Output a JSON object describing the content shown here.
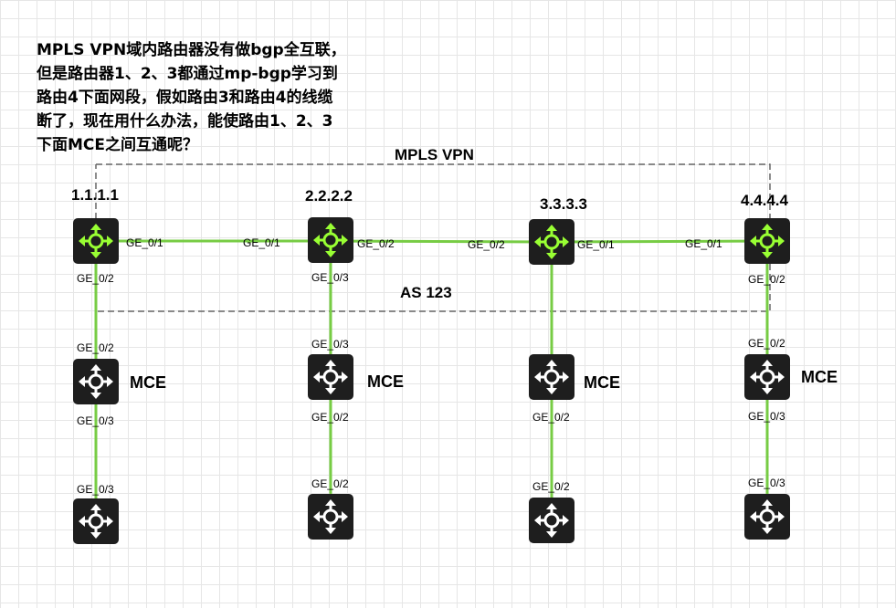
{
  "question": {
    "lines": [
      "MPLS VPN域内路由器没有做bgp全互联，",
      "但是路由器1、2、3都通过mp-bgp学习到",
      "路由4下面网段，假如路由3和路由4的线缆",
      "断了，现在用什么办法，能使路由1、2、3",
      "下面MCE之间互通呢？"
    ]
  },
  "area": {
    "mpls_label": "MPLS VPN",
    "as_label": "AS 123"
  },
  "routers": [
    {
      "id": "1.1.1.1"
    },
    {
      "id": "2.2.2.2"
    },
    {
      "id": "3.3.3.3"
    },
    {
      "id": "4.4.4.4"
    }
  ],
  "mce_label": "MCE",
  "ports": {
    "r1_right": "GE_0/1",
    "r2_left": "GE_0/1",
    "r2_right": "GE_0/2",
    "r3_left": "GE_0/2",
    "r3_right": "GE_0/1",
    "r4_left": "GE_0/1",
    "r1_down": "GE_0/2",
    "mce1_up": "GE_0/2",
    "mce1_down": "GE_0/3",
    "cpe1_up": "GE_0/3",
    "r2_down": "GE_0/3",
    "mce2_up": "GE_0/3",
    "mce2_down": "GE_0/2",
    "cpe2_up": "GE_0/2",
    "mce3_down": "GE_0/2",
    "cpe3_up": "GE_0/2",
    "r4_down": "GE_0/2",
    "mce4_up": "GE_0/2",
    "mce4_down": "GE_0/3",
    "cpe4_up": "GE_0/3"
  },
  "colors": {
    "link": "#77cc44",
    "router_accent": "#99ff33",
    "device_body": "#1e1e1e",
    "device_arrows": "#ffffff",
    "area_border": "#666666"
  },
  "icons": {
    "router": "router-icon",
    "switch": "switch-icon"
  }
}
